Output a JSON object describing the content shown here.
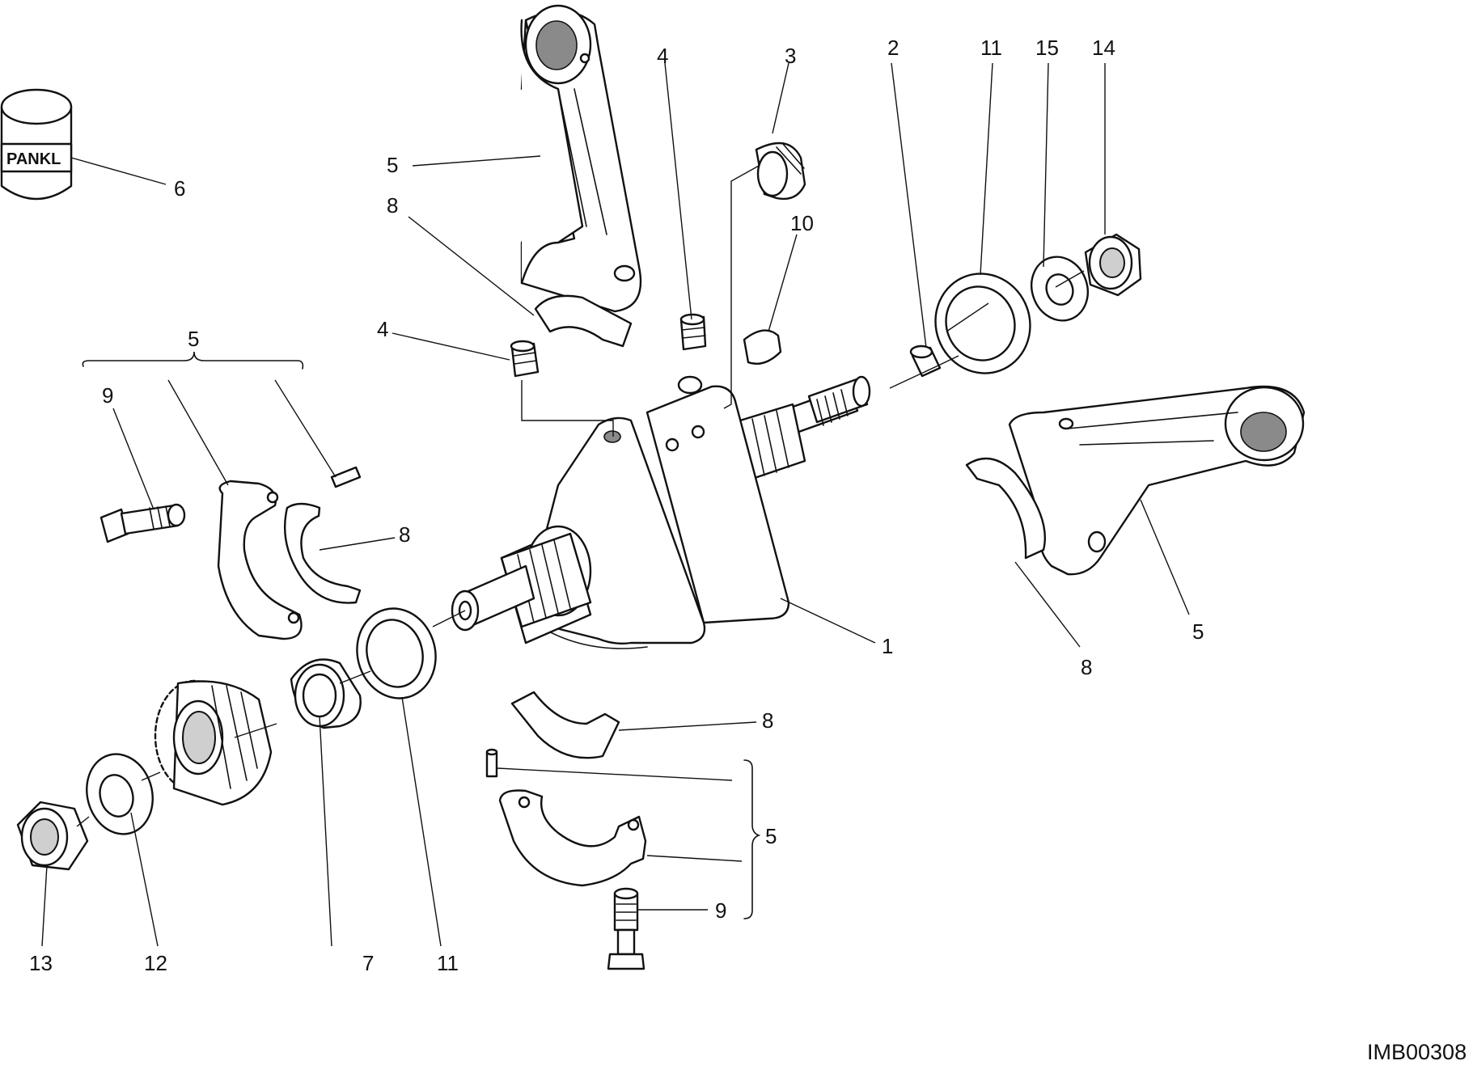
{
  "drawing_code": "IMB00308",
  "logo_text": "PANKL",
  "callouts": {
    "c1": "1",
    "c2": "2",
    "c3": "3",
    "c4a": "4",
    "c4b": "4",
    "c5_rod_top": "5",
    "c5_bracket_left": "5",
    "c5_rod_right": "5",
    "c5_bracket_bottom": "5",
    "c6": "6",
    "c7": "7",
    "c8_top": "8",
    "c8_left": "8",
    "c8_right": "8",
    "c8_bottom": "8",
    "c9_left": "9",
    "c9_bottom": "9",
    "c10": "10",
    "c11_top": "11",
    "c11_bottom": "11",
    "c12": "12",
    "c13": "13",
    "c14": "14",
    "c15": "15"
  }
}
